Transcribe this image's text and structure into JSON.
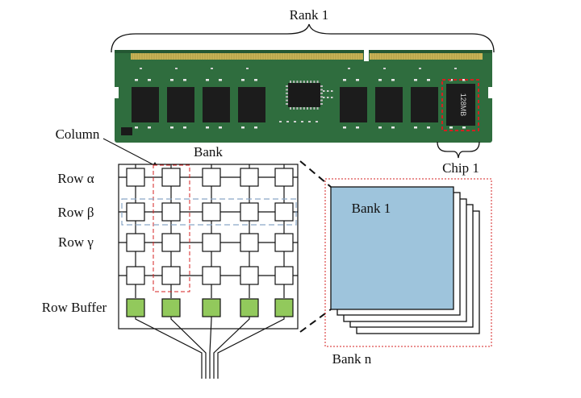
{
  "labels": {
    "rank": "Rank 1",
    "column": "Column",
    "bank_title": "Bank",
    "chip": "Chip 1",
    "row_alpha": "Row α",
    "row_beta": "Row β",
    "row_gamma": "Row γ",
    "row_buffer": "Row Buffer",
    "bank_first": "Bank 1",
    "bank_last": "Bank n",
    "chip_marking": "128MB"
  },
  "bank_grid": {
    "rows": 4,
    "columns": 5
  },
  "colors": {
    "pcb": "#2f6d3e",
    "chip": "#1c1c1c",
    "gold_pins": "#c9b458",
    "cell_fill": "#ffffff",
    "row_buffer": "#92c95c",
    "bank_face": "#9ec4dc",
    "highlight_red": "#d42020",
    "highlight_blue": "#8aa8c8"
  }
}
